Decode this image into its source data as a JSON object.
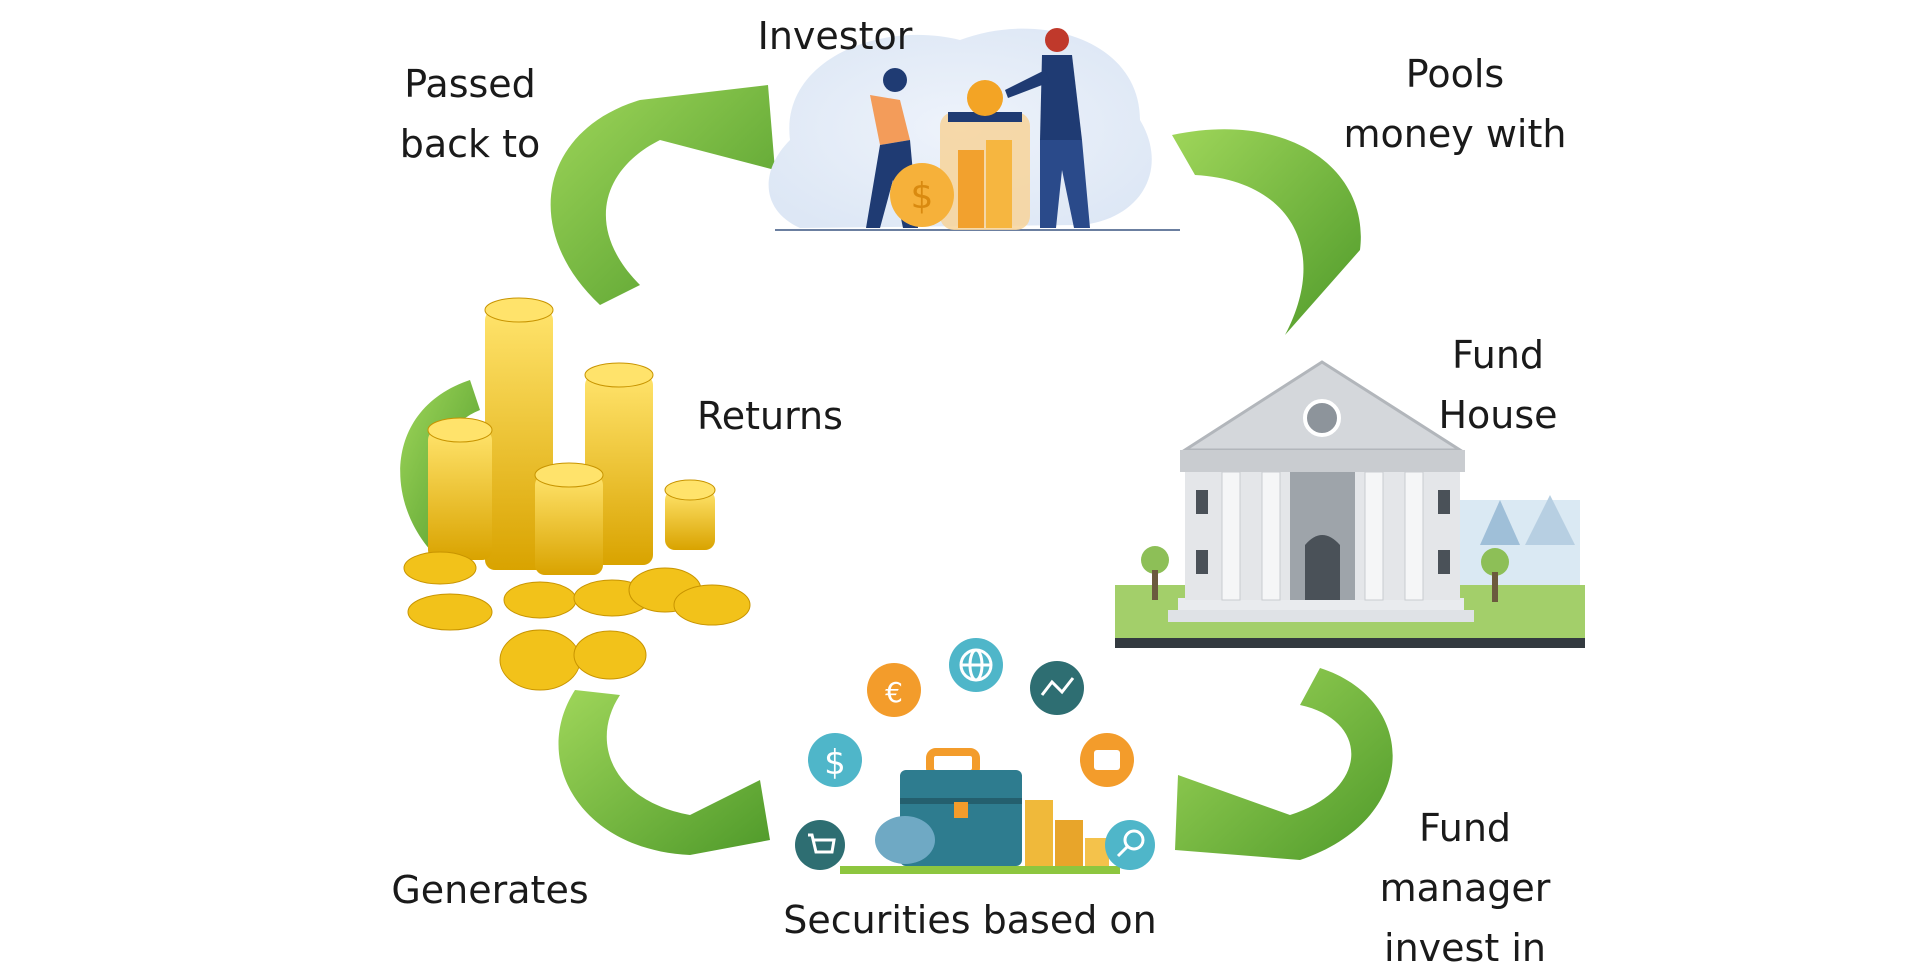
{
  "cycle": {
    "nodes": [
      {
        "id": "investor",
        "lines": [
          "Investor"
        ]
      },
      {
        "id": "fund-house",
        "lines": [
          "Fund",
          "House"
        ]
      },
      {
        "id": "securities",
        "lines": [
          "Securities based on"
        ]
      },
      {
        "id": "returns",
        "lines": [
          "Returns"
        ]
      }
    ],
    "arrows": [
      {
        "id": "investor-to-fund-house",
        "lines": [
          "Pools",
          "money with"
        ]
      },
      {
        "id": "fund-house-to-securities",
        "lines": [
          "Fund",
          "manager",
          "invest in"
        ]
      },
      {
        "id": "securities-to-returns",
        "lines": [
          "Generates"
        ]
      },
      {
        "id": "returns-to-investor",
        "lines": [
          "Passed",
          "back to"
        ]
      }
    ]
  },
  "icons": {
    "investor": "people-saving-coins-in-jar-icon",
    "fund_house": "bank-building-icon",
    "securities": "briefcase-with-finance-icons",
    "returns": "gold-coin-stacks-icon",
    "orbit_icons": [
      "dollar-icon",
      "euro-bag-icon",
      "globe-icon",
      "chart-icon",
      "payment-icon",
      "cart-icon",
      "search-icon"
    ]
  },
  "colors": {
    "arrow_green": "#7cc242",
    "arrow_dark_green": "#4f9a2a",
    "coin_gold": "#f2c21a",
    "building_grey": "#c9ccd0",
    "briefcase_teal": "#2e7c8f",
    "accent_orange": "#f39c2b"
  }
}
